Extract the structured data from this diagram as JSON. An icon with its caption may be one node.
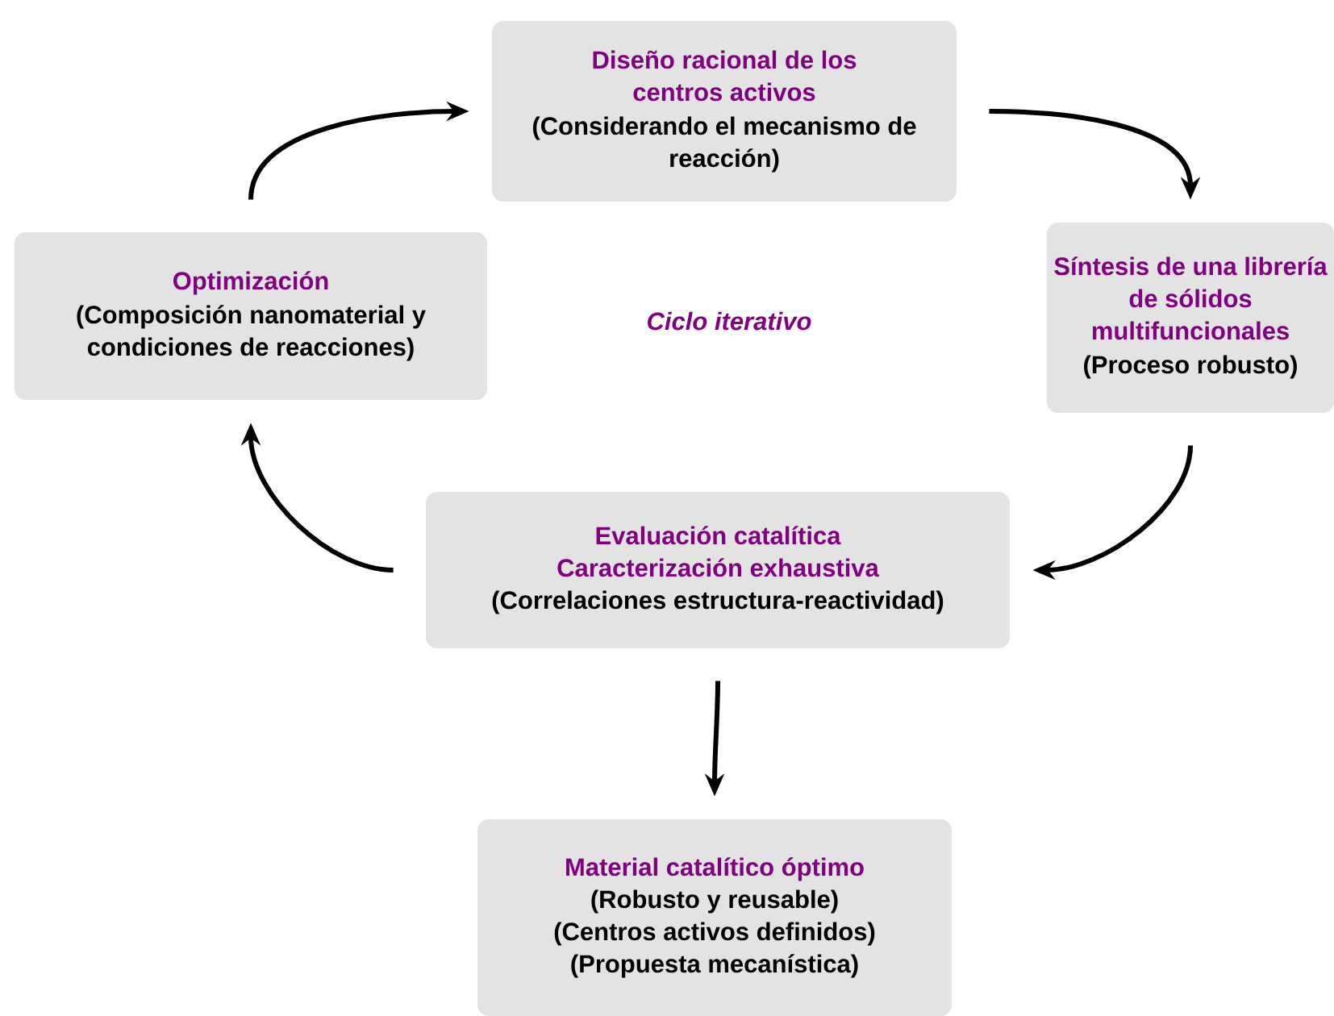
{
  "diagram": {
    "nodes": [
      {
        "text": [
          "Diseño racional de los centros activos",
          "(Considerando el mecanismo de reacción)"
        ]
      },
      {
        "text": [
          "Síntesis de una librería de sólidos multifuncionales",
          "(Proceso robusto)"
        ]
      },
      {
        "text": [
          "Evaluación catalítica",
          "Caracterización exhaustiva",
          "(Correlaciones estructura-reactividad)"
        ]
      },
      {
        "text": [
          "Optimización",
          "(Composición nanomaterial y condiciones de reacciones)"
        ]
      },
      {
        "text": [
          "Material catalítico óptimo",
          "(Robusto y reusable)",
          "(Centros activos definidos)",
          "(Propuesta mecanística)"
        ]
      }
    ],
    "edges": [
      {
        "from": 0,
        "to": 1,
        "arrow": "to"
      },
      {
        "from": 1,
        "to": 2,
        "arrow": "to"
      },
      {
        "from": 2,
        "to": 3,
        "arrow": "to"
      },
      {
        "from": 3,
        "to": 0,
        "arrow": "to"
      },
      {
        "from": 2,
        "to": 4,
        "arrow": "to"
      }
    ],
    "labels": [
      "Ciclo iterativo"
    ]
  }
}
